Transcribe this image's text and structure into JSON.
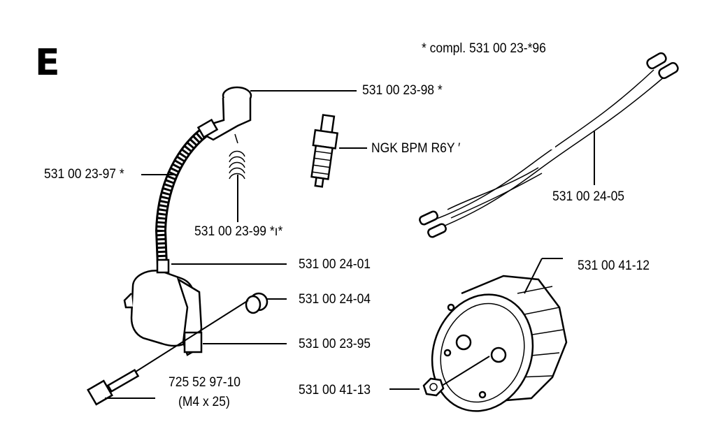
{
  "section": {
    "letter": "E"
  },
  "note": "*  compl. 531 00 23-*96",
  "parts": {
    "boot": "531 00 23-98  *",
    "spark_plug": "NGK BPM R6Y  ′",
    "lead": "531 00 23-97  *",
    "spring": "531 00 23-99  *ı*",
    "cable": "531 00 24-05",
    "coil": "531 00 24-01",
    "spacer": "531 00 24-04",
    "clip": "531 00 23-95",
    "screw_no": "725 52 97-10",
    "screw_size": "(M4 x 25)",
    "flywheel": "531 00 41-12",
    "nut": "531 00 41-13"
  }
}
